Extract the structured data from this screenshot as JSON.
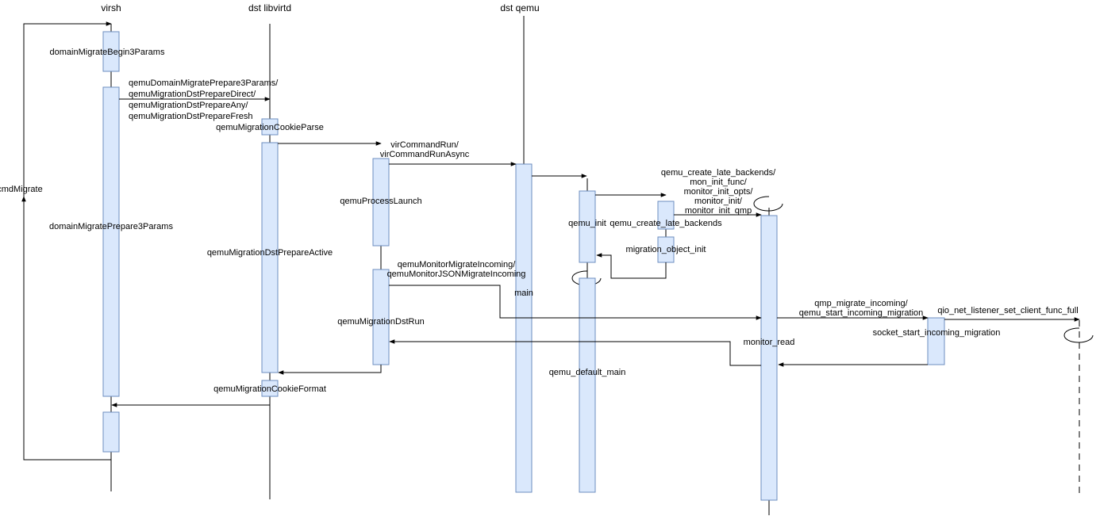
{
  "lanes": {
    "virsh": "virsh",
    "libvirtd": "dst libvirtd",
    "qemu": "dst qemu"
  },
  "labels": {
    "cmd_migrate": "cmdMigrate",
    "begin3": "domainMigrateBegin3Params",
    "prepare3": "domainMigratePrepare3Params",
    "cookie_parse": "qemuMigrationCookieParse",
    "prepare_active": "qemuMigrationDstPrepareActive",
    "cookie_format": "qemuMigrationCookieFormat",
    "process_launch": "qemuProcessLaunch",
    "dst_run": "qemuMigrationDstRun",
    "main": "main",
    "qemu_init": "qemu_init",
    "qemu_default_main": "qemu_default_main",
    "late_backends": "qemu_create_late_backends",
    "migration_object_init": "migration_object_init",
    "monitor_read": "monitor_read",
    "socket_start": "socket_start_incoming_migration"
  },
  "messages": {
    "prepare_calls": [
      "qemuDomainMigratePrepare3Params/",
      "qemuMigrationDstPrepareDirect/",
      "qemuMigrationDstPrepareAny/",
      "qemuMigrationDstPrepareFresh"
    ],
    "command_run": [
      "virCommandRun/",
      "virCommandRunAsync"
    ],
    "monitor_calls": [
      "qemuMonitorMigrateIncoming/",
      "qemuMonitorJSONMigrateIncoming"
    ],
    "late_backend_calls": [
      "qemu_create_late_backends/",
      "mon_init_func/",
      "monitor_init_opts/",
      "monitor_init/",
      "monitor_init_qmp"
    ],
    "qmp_calls": [
      "qmp_migrate_incoming/",
      "qemu_start_incoming_migration"
    ],
    "listener": "qio_net_listener_set_client_func_full"
  },
  "colors": {
    "activation_fill": "#dae8fc",
    "activation_stroke": "#6c8ebf",
    "line": "#000000"
  }
}
